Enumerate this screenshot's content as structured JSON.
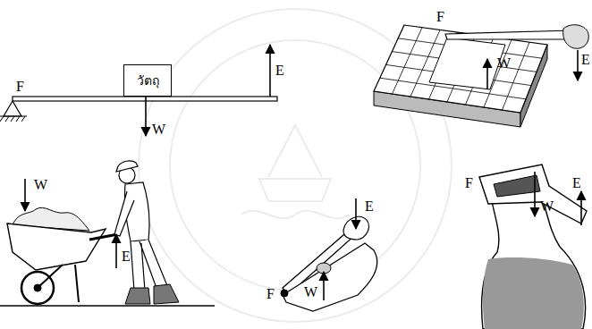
{
  "diagram": {
    "nodes": [
      {
        "text": [
          "วัตถุ"
        ]
      }
    ],
    "labels": [
      "F",
      "W",
      "E",
      "F",
      "W",
      "E",
      "W",
      "E",
      "E",
      "F",
      "W",
      "F",
      "W",
      "E"
    ]
  }
}
